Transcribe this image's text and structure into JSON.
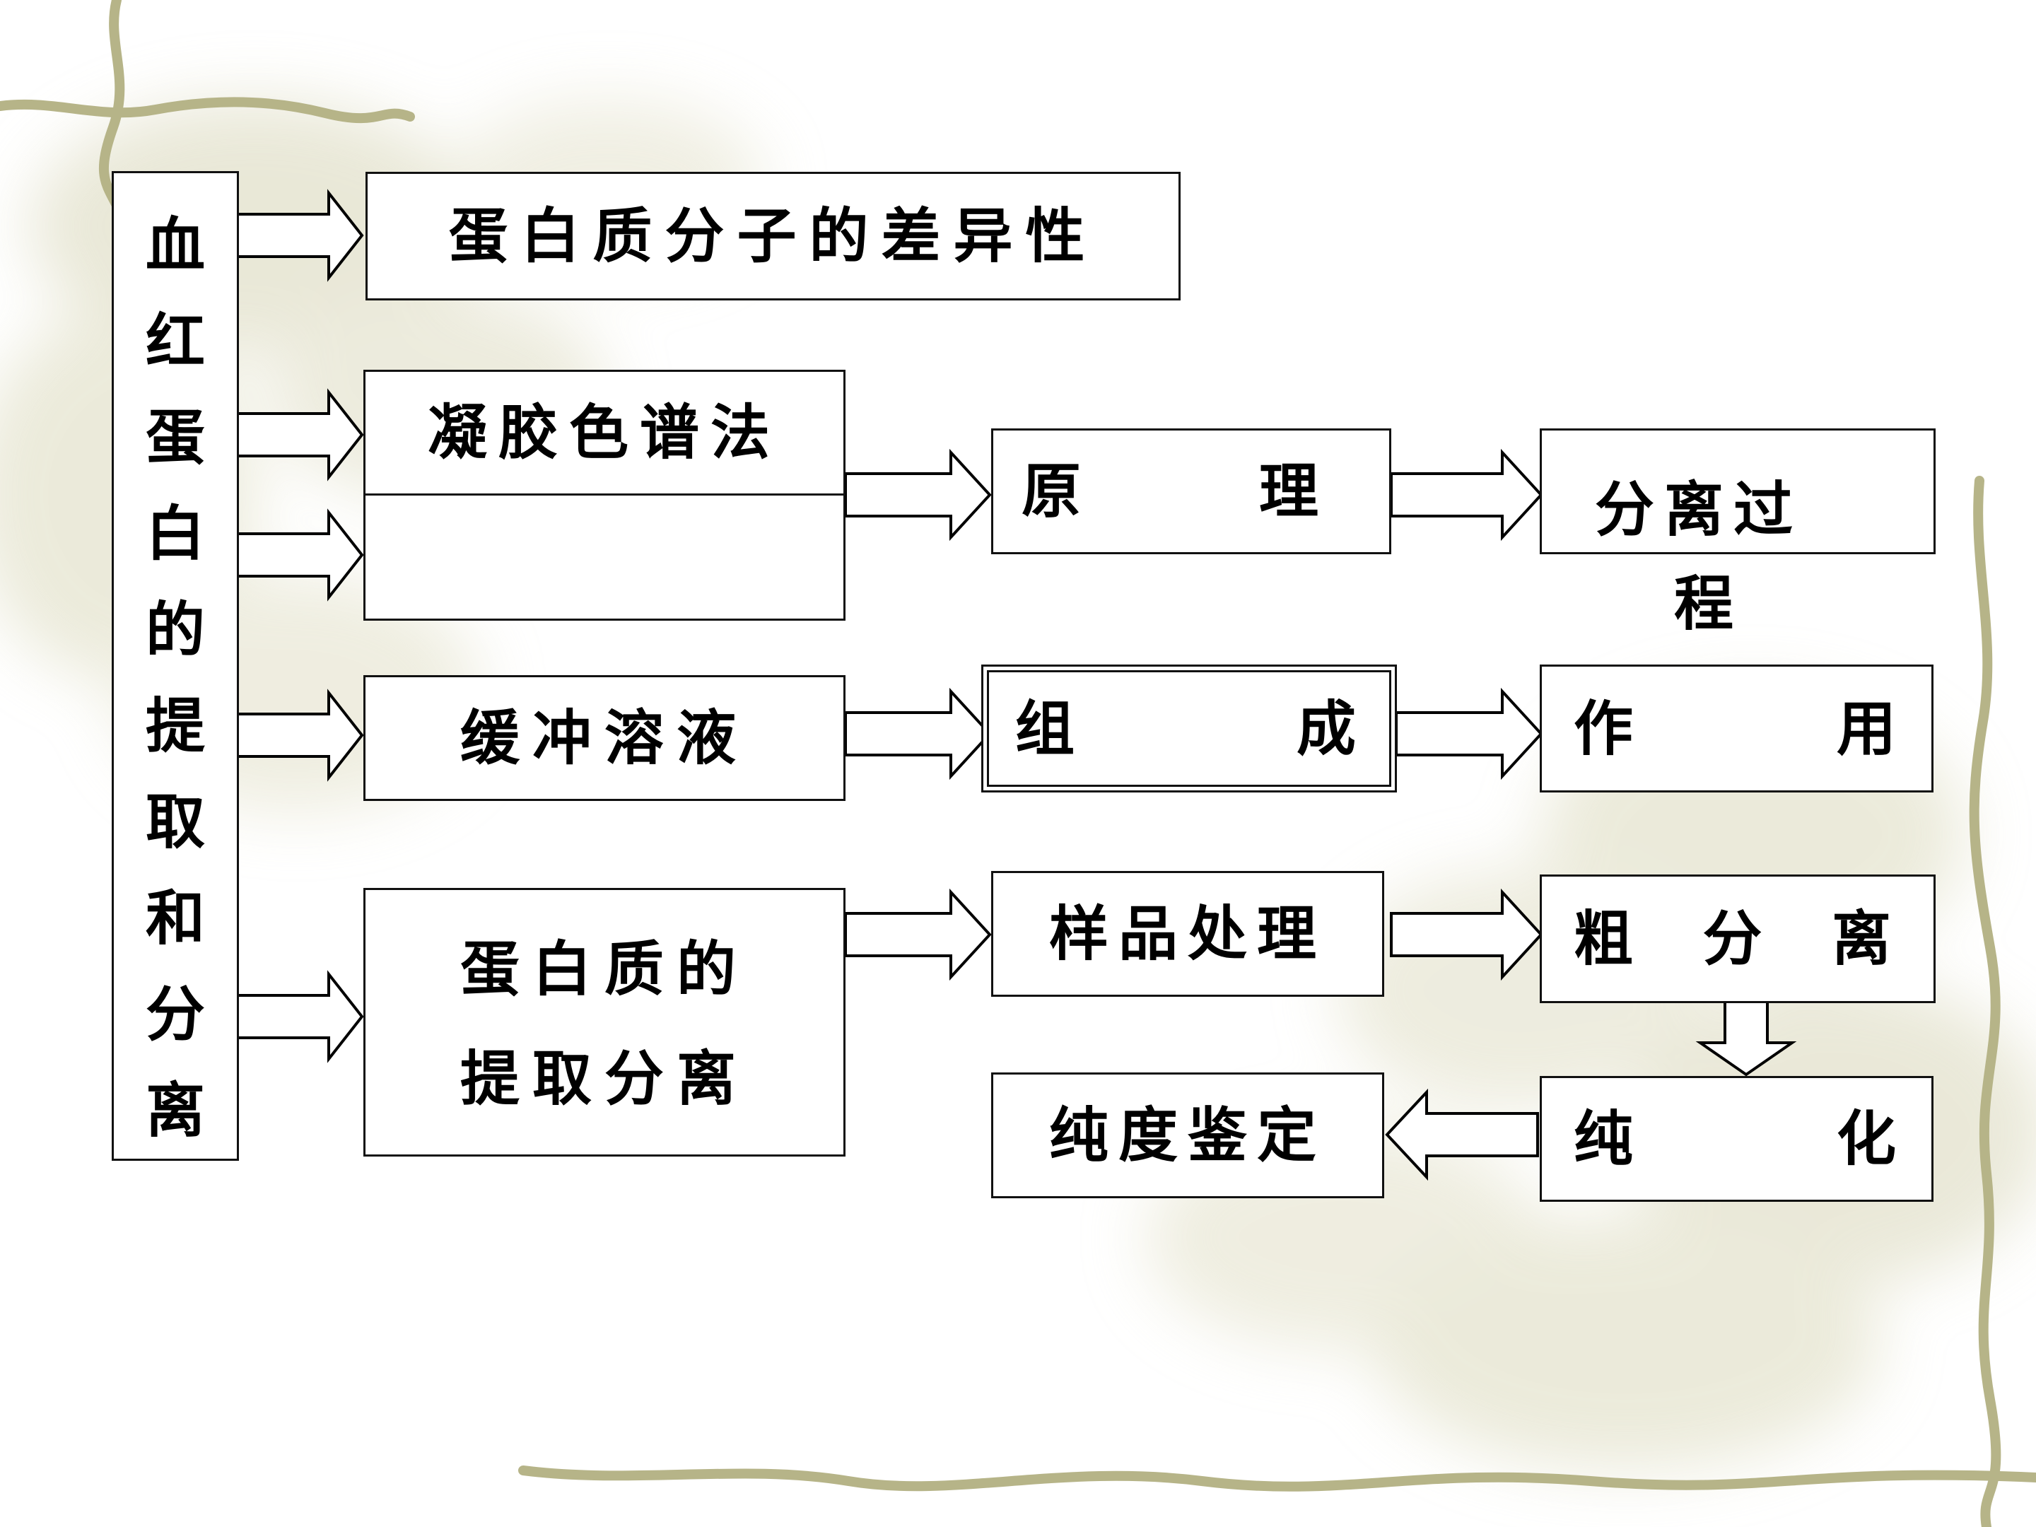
{
  "diagram": {
    "main_title": "血红蛋白的提取和分离",
    "topics": {
      "protein_difference": "蛋白质分子的差异性",
      "gel_chromatography": "凝胶色谱法",
      "buffer_solution": "缓冲溶液",
      "protein_extraction_line1": "蛋白质的",
      "protein_extraction_line2": "提取分离"
    },
    "gel": {
      "principle_left": "原",
      "principle_right": "理",
      "process_line1": "分离过",
      "process_line2": "程"
    },
    "buffer": {
      "composition_left": "组",
      "composition_right": "成",
      "function_left": "作",
      "function_right": "用"
    },
    "extraction": {
      "sample_processing": "样品处理",
      "crude_sep_1": "粗",
      "crude_sep_2": "分",
      "crude_sep_3": "离",
      "purification_left": "纯",
      "purification_right": "化",
      "purity_identification": "纯度鉴定"
    }
  }
}
